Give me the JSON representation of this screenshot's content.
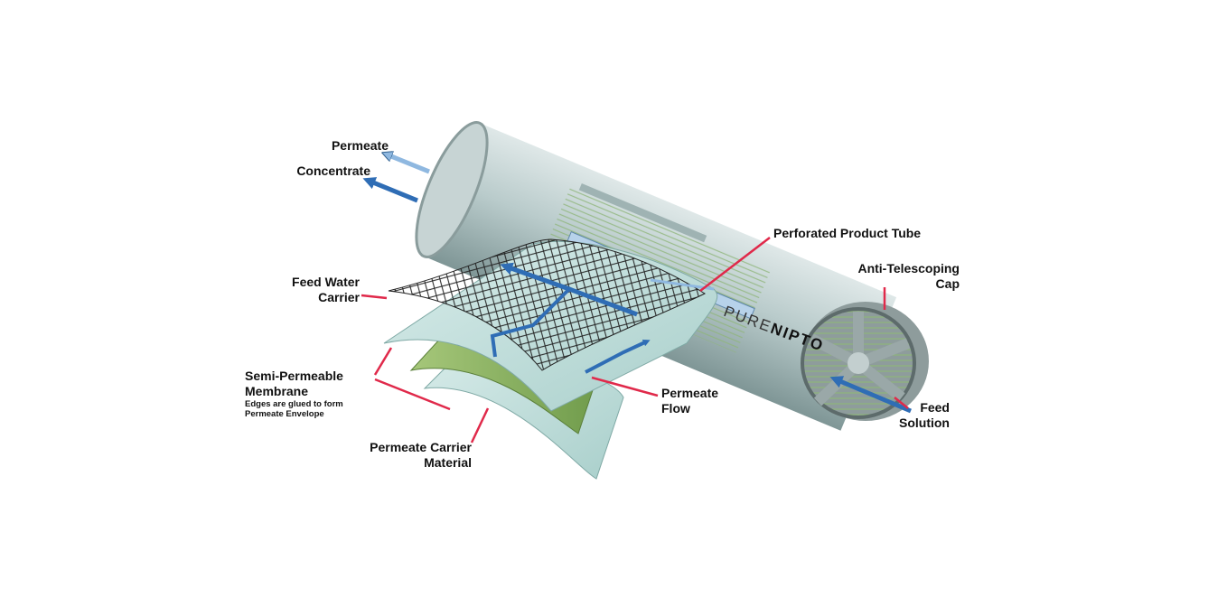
{
  "labels": {
    "permeate": "Permeate",
    "concentrate": "Concentrate",
    "perforated_product_tube": "Perforated Product Tube",
    "anti_telescoping_cap_1": "Anti-Telescoping",
    "anti_telescoping_cap_2": "Cap",
    "feed_water_carrier_1": "Feed Water",
    "feed_water_carrier_2": "Carrier",
    "semi_permeable_membrane_1": "Semi-Permeable",
    "semi_permeable_membrane_2": "Membrane",
    "membrane_note_1": "Edges are glued to form",
    "membrane_note_2": "Permeate Envelope",
    "permeate_flow_1": "Permeate",
    "permeate_flow_2": "Flow",
    "feed_solution_1": "Feed",
    "feed_solution_2": "Solution",
    "permeate_carrier_1": "Permeate Carrier",
    "permeate_carrier_2": "Material"
  },
  "logo": {
    "text_light": "PURE",
    "text_bold": "NIPTO"
  },
  "colors": {
    "leader": "#e0294a",
    "flow_arrow": "#2f6db5",
    "membrane": "#c9e3e0",
    "carrier": "#8fb760",
    "cylinder": "#b7c9c9"
  }
}
